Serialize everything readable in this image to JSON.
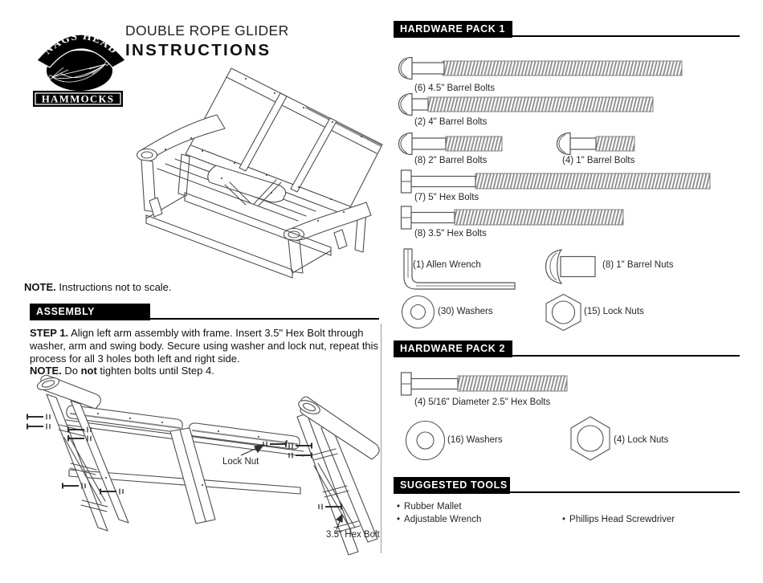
{
  "logo": {
    "arc_text": "NAGS HEAD",
    "banner_text": "HAMMOCKS"
  },
  "title": {
    "line1": "DOUBLE ROPE GLIDER",
    "line2": "INSTRUCTIONS"
  },
  "note": {
    "label": "NOTE.",
    "text": " Instructions not to scale."
  },
  "assembly": {
    "header": "ASSEMBLY",
    "step1_segments": [
      {
        "text": "STEP 1.",
        "bold": true
      },
      {
        "text": " Align left arm assembly with frame. Insert 3.5\" Hex Bolt through washer, arm and swing body. Secure using washer and lock nut, repeat this process for all 3 holes both left and right side.",
        "bold": false
      },
      {
        "break": true
      },
      {
        "text": "NOTE.",
        "bold": true
      },
      {
        "text": " Do ",
        "bold": false
      },
      {
        "text": "not",
        "bold": true
      },
      {
        "text": " tighten bolts until Step 4.",
        "bold": false
      }
    ]
  },
  "exploded_labels": {
    "lock_nut": "Lock Nut",
    "hex_bolt": "3.5\" Hex Bolt"
  },
  "hardware_pack_1": {
    "header": "HARDWARE PACK 1",
    "items": [
      {
        "id": "45-barrel-bolts",
        "label": "(6) 4.5\" Barrel Bolts"
      },
      {
        "id": "4-barrel-bolts",
        "label": "(2) 4\" Barrel Bolts"
      },
      {
        "id": "2-barrel-bolts",
        "label": "(8) 2\" Barrel Bolts"
      },
      {
        "id": "1-barrel-bolts",
        "label": "(4) 1\" Barrel Bolts"
      },
      {
        "id": "5-hex-bolts",
        "label": "(7) 5\" Hex Bolts"
      },
      {
        "id": "35-hex-bolts",
        "label": "(8) 3.5\" Hex Bolts"
      },
      {
        "id": "allen-wrench",
        "label": "(1) Allen Wrench"
      },
      {
        "id": "1-barrel-nuts",
        "label": "(8) 1\" Barrel Nuts"
      },
      {
        "id": "washers",
        "label": "(30) Washers"
      },
      {
        "id": "lock-nuts",
        "label": "(15) Lock Nuts"
      }
    ]
  },
  "hardware_pack_2": {
    "header": "HARDWARE PACK 2",
    "items": [
      {
        "id": "25-hex-bolts",
        "label": "(4) 5/16\" Diameter 2.5\" Hex Bolts"
      },
      {
        "id": "washers",
        "label": "(16) Washers"
      },
      {
        "id": "lock-nuts",
        "label": "(4) Lock Nuts"
      }
    ]
  },
  "suggested_tools": {
    "header": "SUGGESTED TOOLS",
    "bullet": "•",
    "tools": [
      "Rubber Mallet",
      "Adjustable Wrench",
      "Phillips Head Screwdriver"
    ]
  },
  "colors": {
    "header_bg": "#000000",
    "line_art": "#4d4d4d",
    "thread_gray": "#8a8a8a"
  }
}
